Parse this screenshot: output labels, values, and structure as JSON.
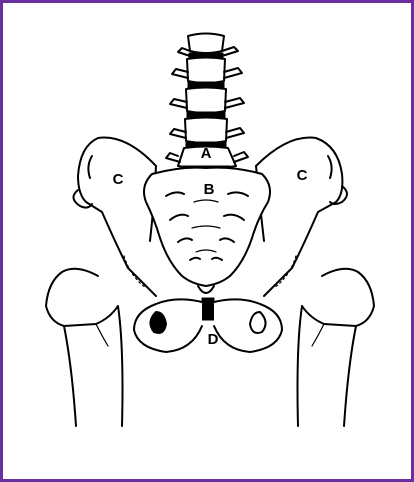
{
  "diagram": {
    "labels": {
      "a": "A",
      "b": "B",
      "c_left": "C",
      "c_right": "C",
      "d": "D"
    },
    "colors": {
      "border": "#6b2fa0",
      "line": "#000000",
      "background": "#ffffff"
    }
  }
}
